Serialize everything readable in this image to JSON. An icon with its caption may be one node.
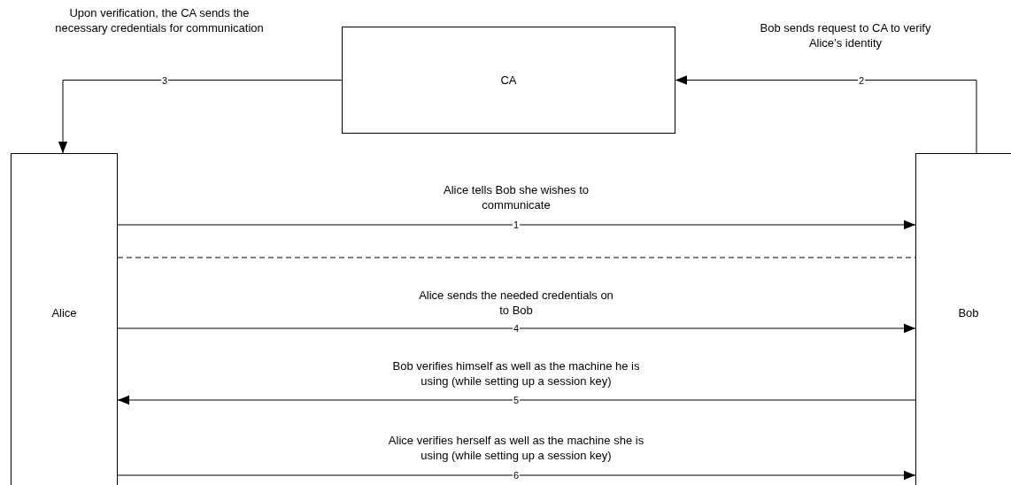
{
  "diagram": {
    "nodes": [
      {
        "text": [
          "CA"
        ]
      },
      {
        "text": [
          "Alice"
        ]
      },
      {
        "text": [
          "Bob"
        ]
      }
    ],
    "edges": [
      {
        "from": 1,
        "to": 2,
        "arrow": "to",
        "label": "1"
      },
      {
        "from": 2,
        "to": 0,
        "arrow": "to",
        "label": "2"
      },
      {
        "from": 0,
        "to": 1,
        "arrow": "to",
        "label": "3"
      },
      {
        "from": 1,
        "to": 2,
        "arrow": "none",
        "style": "dashed"
      },
      {
        "from": 1,
        "to": 2,
        "arrow": "to",
        "label": "4"
      },
      {
        "from": 2,
        "to": 1,
        "arrow": "to",
        "label": "5"
      },
      {
        "from": 1,
        "to": 2,
        "arrow": "to",
        "label": "6"
      }
    ],
    "labels": [
      "Upon verification, the CA sends the necessary credentials for communication",
      "Bob sends request to CA to verify Alice’s identity",
      "Alice tells Bob she wishes to communicate",
      "Alice sends the needed credentials on to Bob",
      "Bob verifies himself as well as the machine he is using (while setting up a session key)",
      "Alice verifies herself as well as the machine she is using (while setting up a session key)"
    ]
  }
}
